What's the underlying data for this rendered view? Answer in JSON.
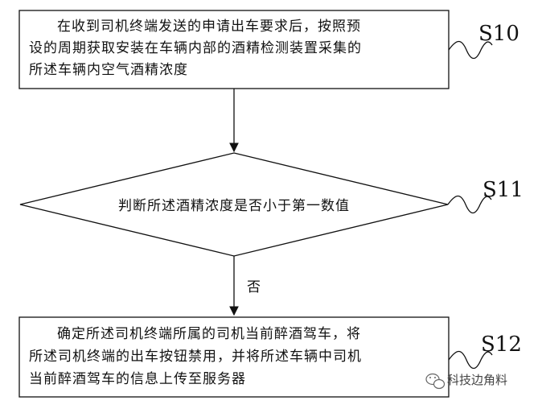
{
  "steps": [
    {
      "id": "S10",
      "shape": "process",
      "lines": [
        "在收到司机终端发送的申请出车要求后，按照预",
        "设的周期获取安装在车辆内部的酒精检测装置采集的",
        "所述车辆内空气酒精浓度"
      ]
    },
    {
      "id": "S11",
      "shape": "decision",
      "lines": [
        "判断所述酒精浓度是否小于第一数值"
      ]
    },
    {
      "id": "S12",
      "shape": "process",
      "lines": [
        "确定所述司机终端所属的司机当前醉酒驾车，将",
        "所述司机终端的出车按钮禁用，并将所述车辆中司机",
        "当前醉酒驾车的信息上传至服务器"
      ]
    }
  ],
  "edges": [
    {
      "from": "S10",
      "to": "S11",
      "label": ""
    },
    {
      "from": "S11",
      "to": "S12",
      "label": "否"
    }
  ],
  "watermark": {
    "icon": "wechat-icon",
    "text": "科技边角料"
  },
  "colors": {
    "stroke": "#111111",
    "text": "#111111",
    "background": "#ffffff"
  }
}
